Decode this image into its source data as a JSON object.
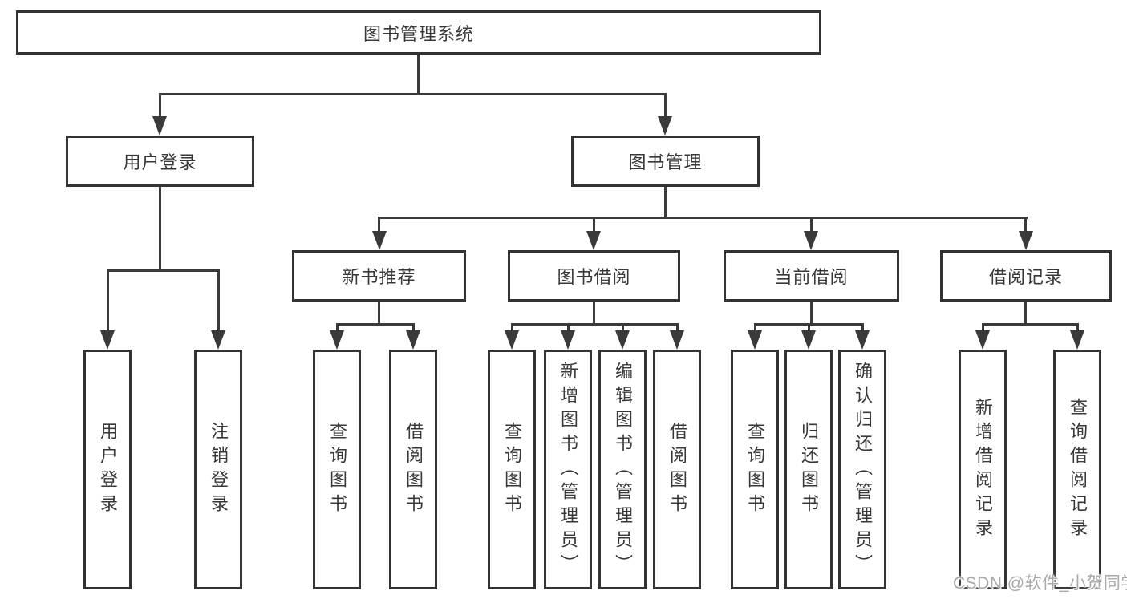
{
  "diagram": {
    "root": {
      "label": "图书管理系统"
    },
    "branches": [
      {
        "label": "用户登录",
        "children": [
          {
            "label": "用户登录"
          },
          {
            "label": "注销登录"
          }
        ]
      },
      {
        "label": "图书管理",
        "children": [
          {
            "label": "新书推荐",
            "children": [
              {
                "label": "查询图书"
              },
              {
                "label": "借阅图书"
              }
            ]
          },
          {
            "label": "图书借阅",
            "children": [
              {
                "label": "查询图书"
              },
              {
                "label": "新增图书（管理员）"
              },
              {
                "label": "编辑图书（管理员）"
              },
              {
                "label": "借阅图书"
              }
            ]
          },
          {
            "label": "当前借阅",
            "children": [
              {
                "label": "查询图书"
              },
              {
                "label": "归还图书"
              },
              {
                "label": "确认归还（管理员）"
              }
            ]
          },
          {
            "label": "借阅记录",
            "children": [
              {
                "label": "新增借阅记录"
              },
              {
                "label": "查询借阅记录"
              }
            ]
          }
        ]
      }
    ]
  },
  "watermark": {
    "text": "CSDN @软件_小贺同学"
  },
  "colors": {
    "line": "#3a3a3a",
    "text": "#383838",
    "background": "#ffffff"
  }
}
